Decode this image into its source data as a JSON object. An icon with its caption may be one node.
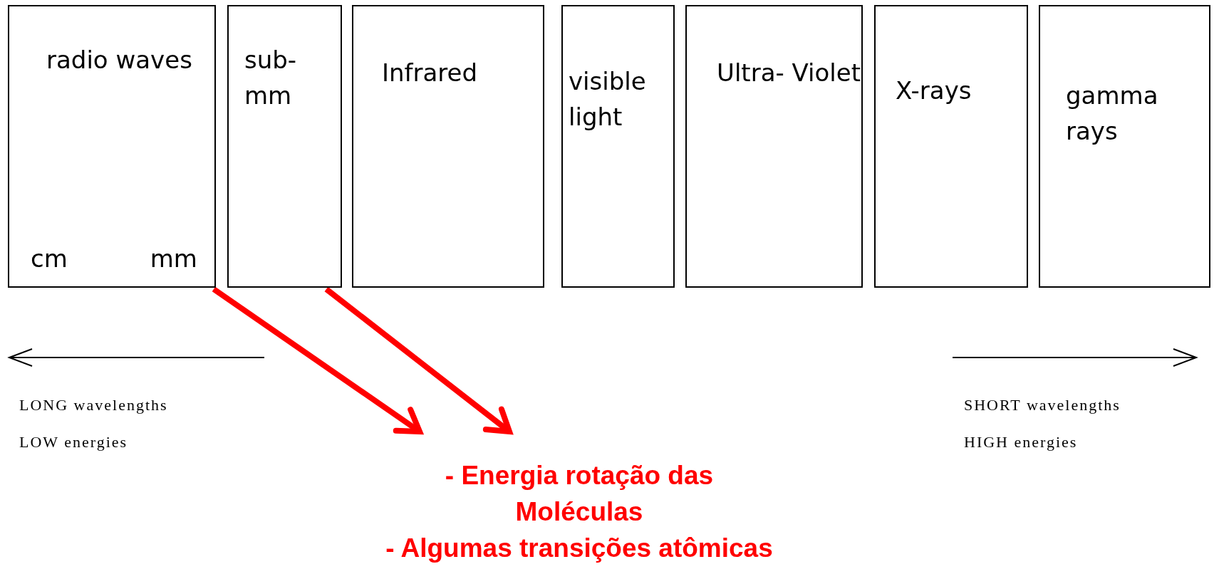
{
  "diagram": {
    "nodes": [
      {
        "text": [
          "radio waves",
          "cm",
          "mm"
        ]
      },
      {
        "text": [
          "sub- mm"
        ]
      },
      {
        "text": [
          "Infrared"
        ]
      },
      {
        "text": [
          "visible light"
        ]
      },
      {
        "text": [
          "Ultra- Violet"
        ]
      },
      {
        "text": [
          "X-rays"
        ]
      },
      {
        "text": [
          "gamma rays"
        ]
      },
      {
        "text": [
          "- Energia rotação das Moléculas",
          "- Algumas transições atômicas"
        ]
      }
    ],
    "edges": [
      {
        "from": 0,
        "to": 7,
        "arrow": "to"
      },
      {
        "from": 1,
        "to": 7,
        "arrow": "to"
      }
    ],
    "labels": [
      "LONG wavelengths",
      "LOW energies",
      "SHORT wavelengths",
      "HIGH energies"
    ]
  }
}
